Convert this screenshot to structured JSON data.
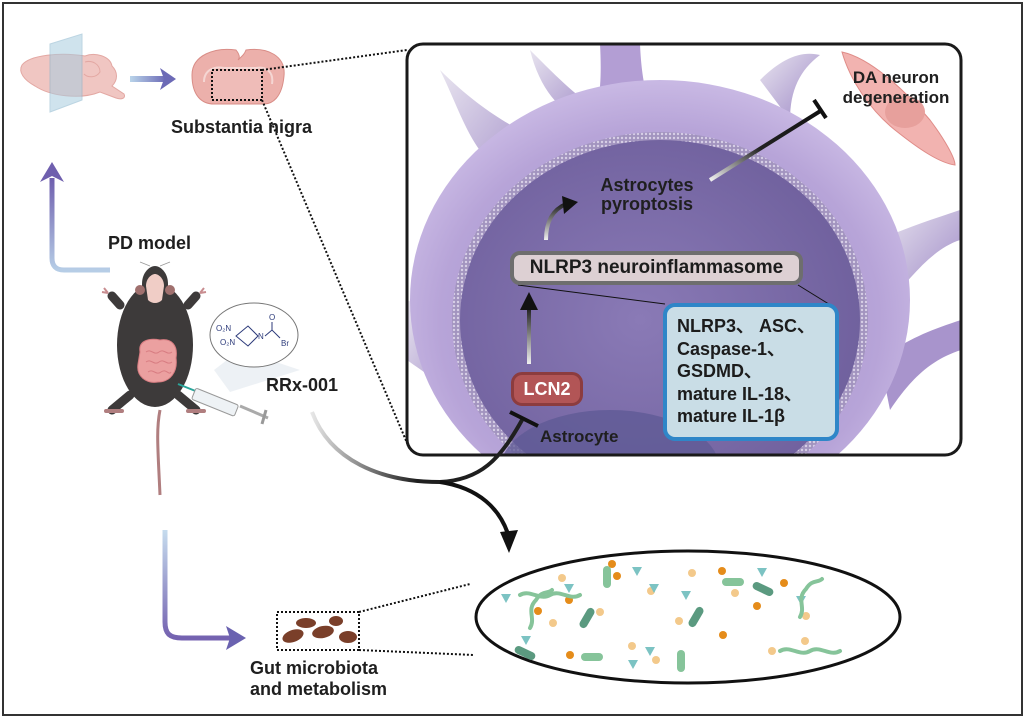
{
  "figure": {
    "type": "graphical-abstract",
    "colors": {
      "border": "#333333",
      "astrocyte_outer": "#b8a3d4",
      "astrocyte_nucleus": "#7f6fa8",
      "membrane": "#a89ac2",
      "nlrp3_box_fill": "#ddd0d3",
      "nlrp3_box_border": "#6e6e6e",
      "components_fill": "#c9dde6",
      "components_border": "#2f86c8",
      "lcn2_fill": "#b25556",
      "neuron_fill": "#f2b3b0",
      "flow_arrow": "#7b6bb2",
      "brain_tissue": "#e8a9a4",
      "stool": "#7a3f2a",
      "microbe_green": "#86c49a",
      "microbe_dark": "#5b9a80",
      "metabolite_orange": "#e58c1a",
      "metabolite_light": "#f3c98b",
      "metabolite_teal": "#7cc3c3"
    }
  },
  "labels": {
    "substantia_nigra": "Substantia nigra",
    "pd_model": "PD model",
    "drug": "RRx-001",
    "gut": [
      "Gut microbiota",
      "and metabolism"
    ],
    "da_neuron": [
      "DA neuron",
      "degeneration"
    ],
    "pyroptosis": [
      "Astrocytes",
      "pyroptosis"
    ],
    "nlrp3_complex": "NLRP3 neuroinflammasome",
    "components": [
      "NLRP3、 ASC、",
      "Caspase-1、",
      "GSDMD、",
      "mature IL-18、",
      "mature IL-1β"
    ],
    "lcn2": "LCN2",
    "astrocyte": "Astrocyte"
  },
  "chemical": {
    "name": "RRx-001",
    "groups": [
      "O₂N",
      "O₂N",
      "N",
      "O",
      "Br"
    ]
  },
  "relations": [
    {
      "from": "RRx-001",
      "to": "LCN2",
      "type": "inhibits"
    },
    {
      "from": "RRx-001",
      "to": "Gut microbiota and metabolism",
      "type": "affects"
    },
    {
      "from": "LCN2",
      "to": "NLRP3 neuroinflammasome",
      "type": "activates"
    },
    {
      "from": "NLRP3 neuroinflammasome",
      "to": "Astrocytes pyroptosis",
      "type": "activates"
    },
    {
      "from": "Astrocytes pyroptosis",
      "to": "DA neuron degeneration",
      "type": "inhibits"
    }
  ]
}
